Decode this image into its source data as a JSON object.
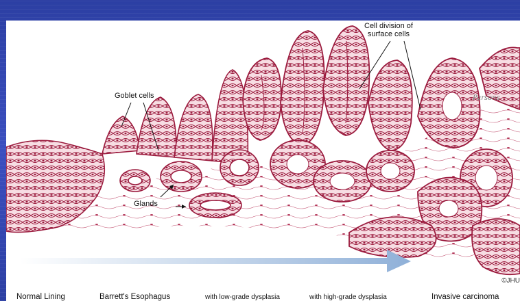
{
  "labels": {
    "goblet_cells": "Goblet cells",
    "cell_division": [
      "Cell division of",
      "surface cells"
    ],
    "glands": "Glands",
    "signature": "Parsons",
    "copyright": "©JHU"
  },
  "stages": [
    "Normal Lining",
    "Barrett's Esophagus",
    "with low-grade dysplasia",
    "with high-grade dysplasia",
    "Invasive carcinoma"
  ],
  "colors": {
    "background": "#2c3fa3",
    "tissue_stroke": "#9b1b3e",
    "tissue_fill": "#f6dbe1",
    "arrow": "#8fb0d8"
  }
}
